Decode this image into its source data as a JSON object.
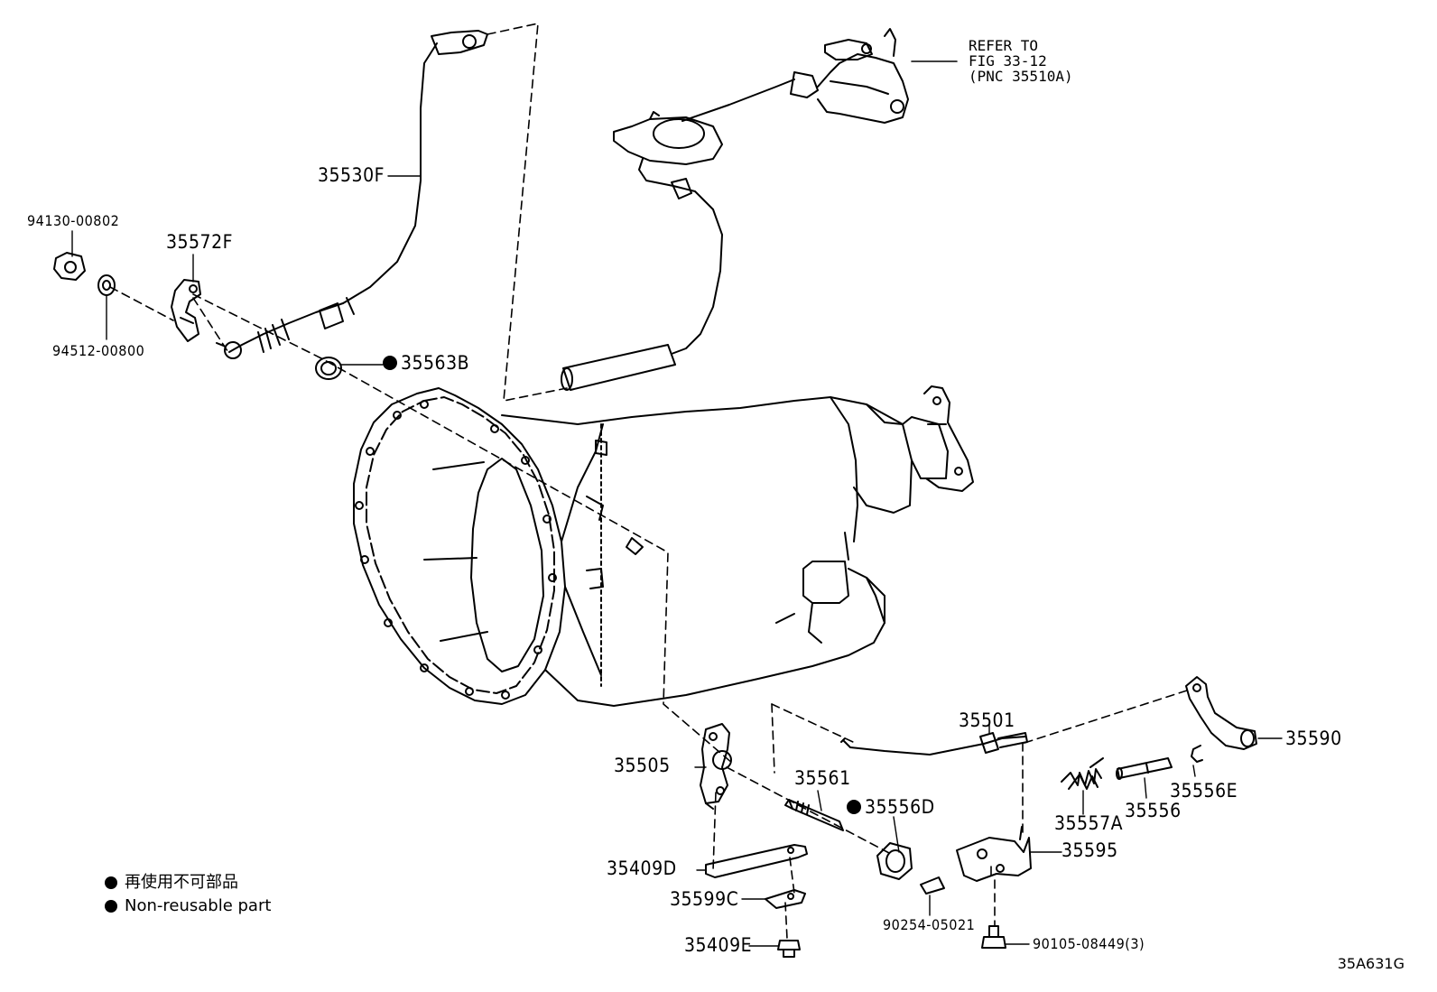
{
  "parts": {
    "p35530F": "35530F",
    "p94130": "94130-00802",
    "p35572F": "35572F",
    "p94512": "94512-00800",
    "p35563B": "35563B",
    "p35501": "35501",
    "p35590": "35590",
    "p35505": "35505",
    "p35561": "35561",
    "p35556D": "35556D",
    "p35556E": "35556E",
    "p35557A": "35557A",
    "p35556": "35556",
    "p35595": "35595",
    "p35409D": "35409D",
    "p35599C": "35599C",
    "p35409E": "35409E",
    "p90254": "90254-05021",
    "p90105": "90105-08449(3)"
  },
  "refer": {
    "line1": "REFER TO",
    "line2": "FIG 33-12",
    "line3": "(PNC 35510A)"
  },
  "legend": {
    "jp": "再使用不可部品",
    "en": "Non-reusable part"
  },
  "figure_code": "35A631G"
}
